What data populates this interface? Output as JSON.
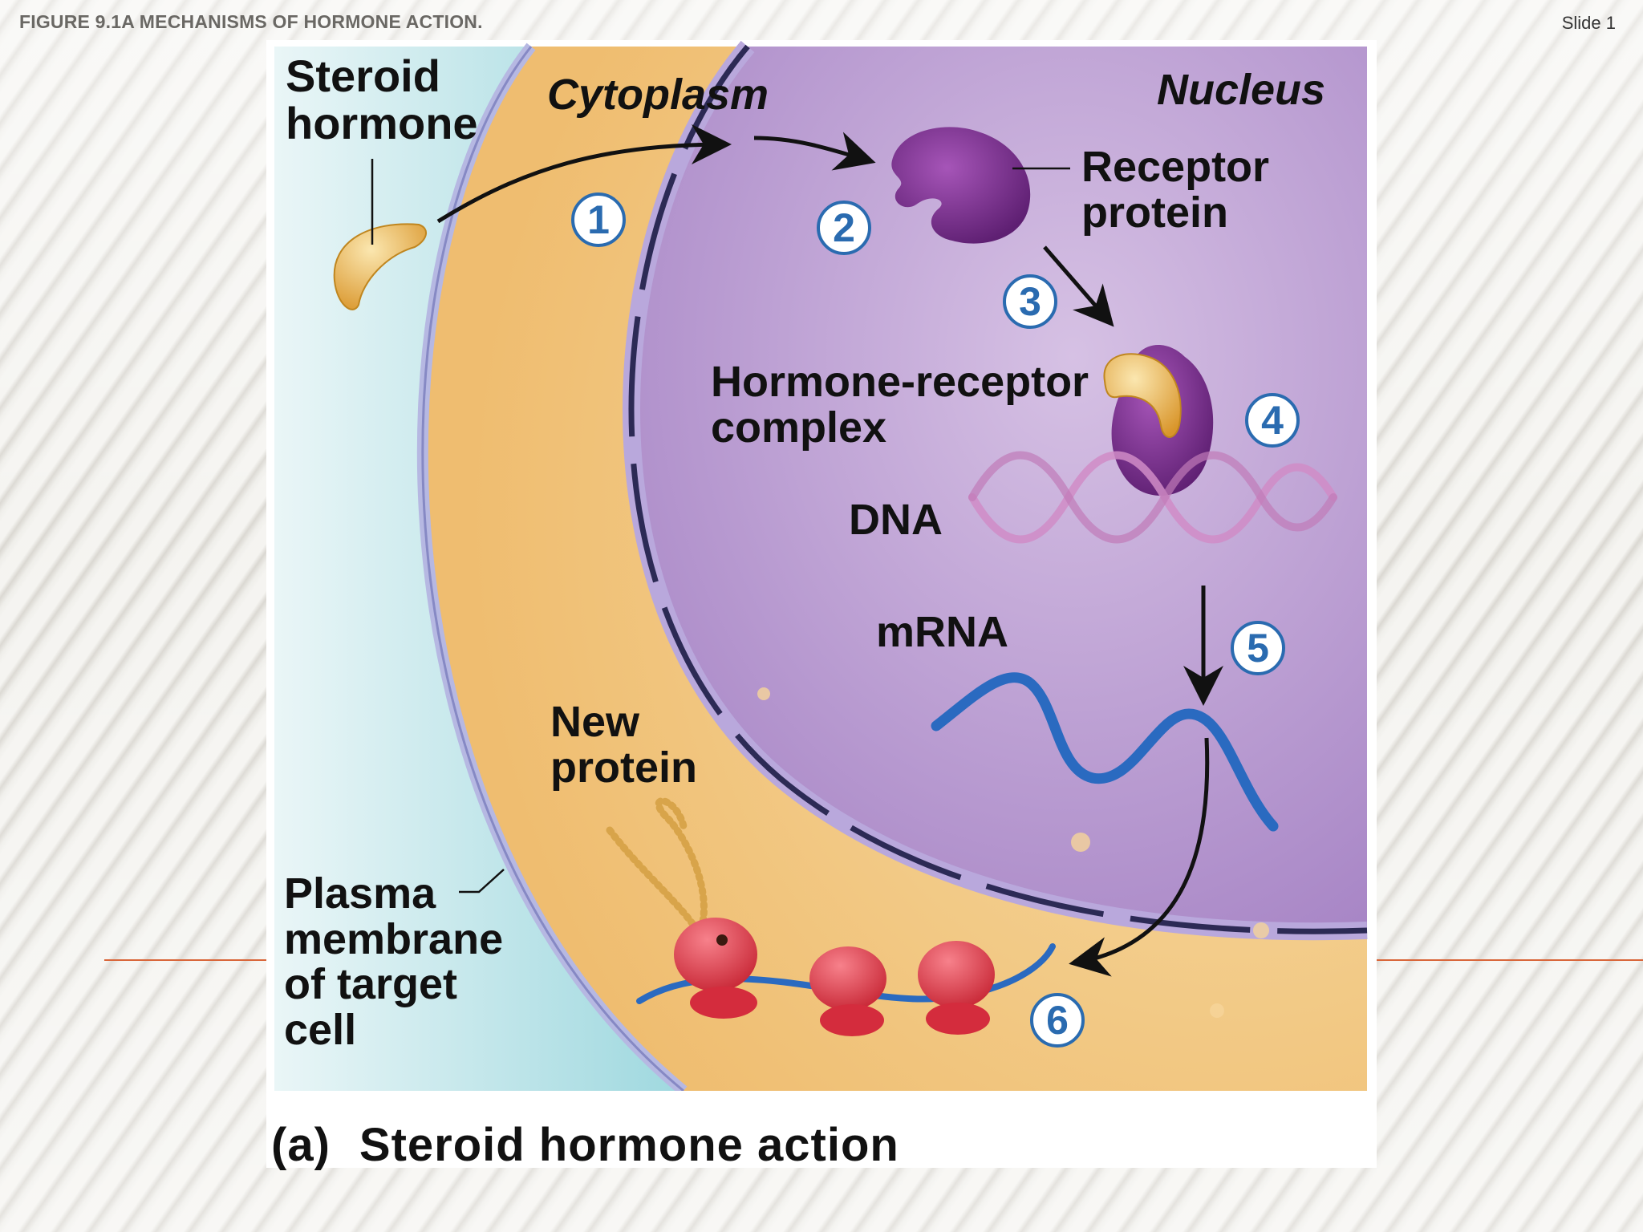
{
  "slide": {
    "title": "FIGURE 9.1A MECHANISMS OF HORMONE ACTION.",
    "number": "Slide 1"
  },
  "colors": {
    "extracellular": "#5fc0cc",
    "cytoplasm": "#f2c880",
    "membrane": "#b6b8e2",
    "nucleus": "#b89ad0",
    "nuclear_envelope": "#2c2a55",
    "receptor": "#7a2f8e",
    "hormone": "#e9a93b",
    "dna": "#d08cc7",
    "mrna": "#2a6ac0",
    "ribosome": "#e0384a",
    "step_circle": "#2a6bb0"
  },
  "diagram": {
    "labels": {
      "steroid_hormone": [
        "Steroid",
        "hormone"
      ],
      "cytoplasm": "Cytoplasm",
      "nucleus": "Nucleus",
      "receptor_protein": [
        "Receptor",
        "protein"
      ],
      "hormone_receptor_complex": [
        "Hormone-receptor",
        "complex"
      ],
      "dna": "DNA",
      "mrna": "mRNA",
      "new_protein": [
        "New",
        "protein"
      ],
      "plasma_membrane": [
        "Plasma",
        "membrane",
        "of target",
        "cell"
      ]
    },
    "steps": [
      "1",
      "2",
      "3",
      "4",
      "5",
      "6"
    ],
    "caption": {
      "letter": "(a)",
      "text": "Steroid hormone action"
    }
  }
}
